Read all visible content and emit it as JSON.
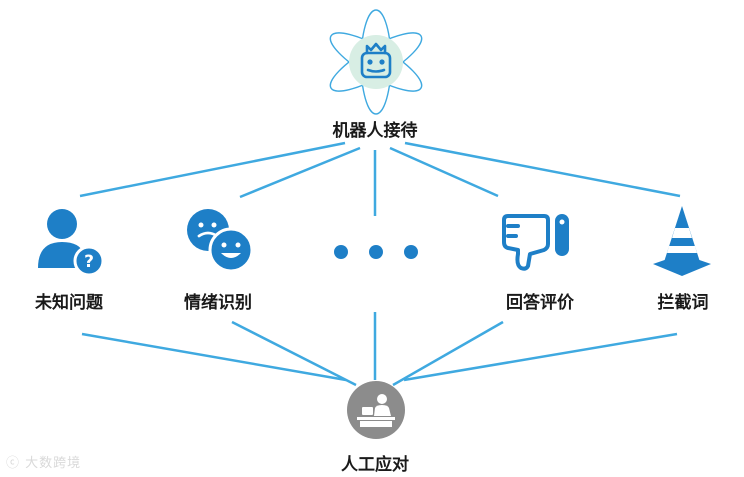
{
  "top_node": {
    "label": "机器人接待"
  },
  "middle_nodes": [
    {
      "label": "未知问题"
    },
    {
      "label": "情绪识别"
    },
    {
      "label": ""
    },
    {
      "label": "回答评价"
    },
    {
      "label": "拦截词"
    }
  ],
  "bottom_node": {
    "label": "人工应对"
  },
  "watermark": {
    "text": "大数跨境"
  },
  "colors": {
    "accent": "#1e7fc7",
    "line": "#3fa9e0",
    "top_fill": "#d8eee4",
    "bottom_fill": "#8c8c8c"
  }
}
